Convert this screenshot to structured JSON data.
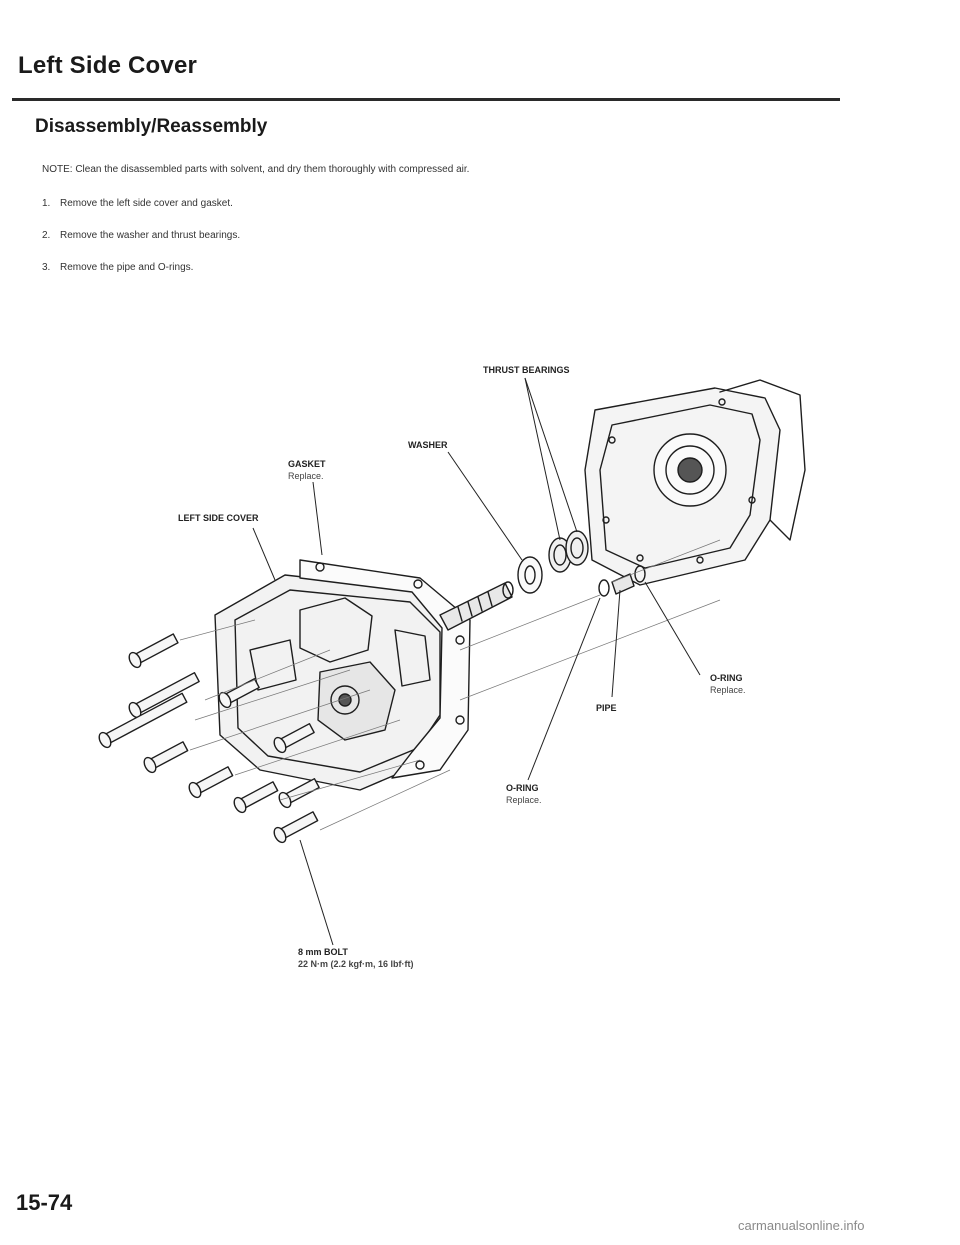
{
  "header": {
    "title": "Left Side Cover",
    "section": "Disassembly/Reassembly"
  },
  "note": "NOTE:  Clean the disassembled parts with solvent, and dry them thoroughly with compressed air.",
  "steps": [
    {
      "num": "1.",
      "text": "Remove the left side cover and gasket."
    },
    {
      "num": "2.",
      "text": "Remove the washer and thrust bearings."
    },
    {
      "num": "3.",
      "text": "Remove the pipe and O-rings."
    }
  ],
  "labels": {
    "thrust_bearings": "THRUST BEARINGS",
    "washer": "WASHER",
    "gasket": "GASKET",
    "gasket_note": "Replace.",
    "left_side_cover": "LEFT SIDE COVER",
    "oring_right": "O-RING",
    "oring_right_note": "Replace.",
    "pipe": "PIPE",
    "oring_lower": "O-RING",
    "oring_lower_note": "Replace.",
    "bolt": "8 mm BOLT",
    "bolt_torque": "22 N·m (2.2 kgf·m, 16 lbf·ft)"
  },
  "footer": {
    "page_number": "15-74",
    "watermark": "carmanualsonline.info"
  }
}
